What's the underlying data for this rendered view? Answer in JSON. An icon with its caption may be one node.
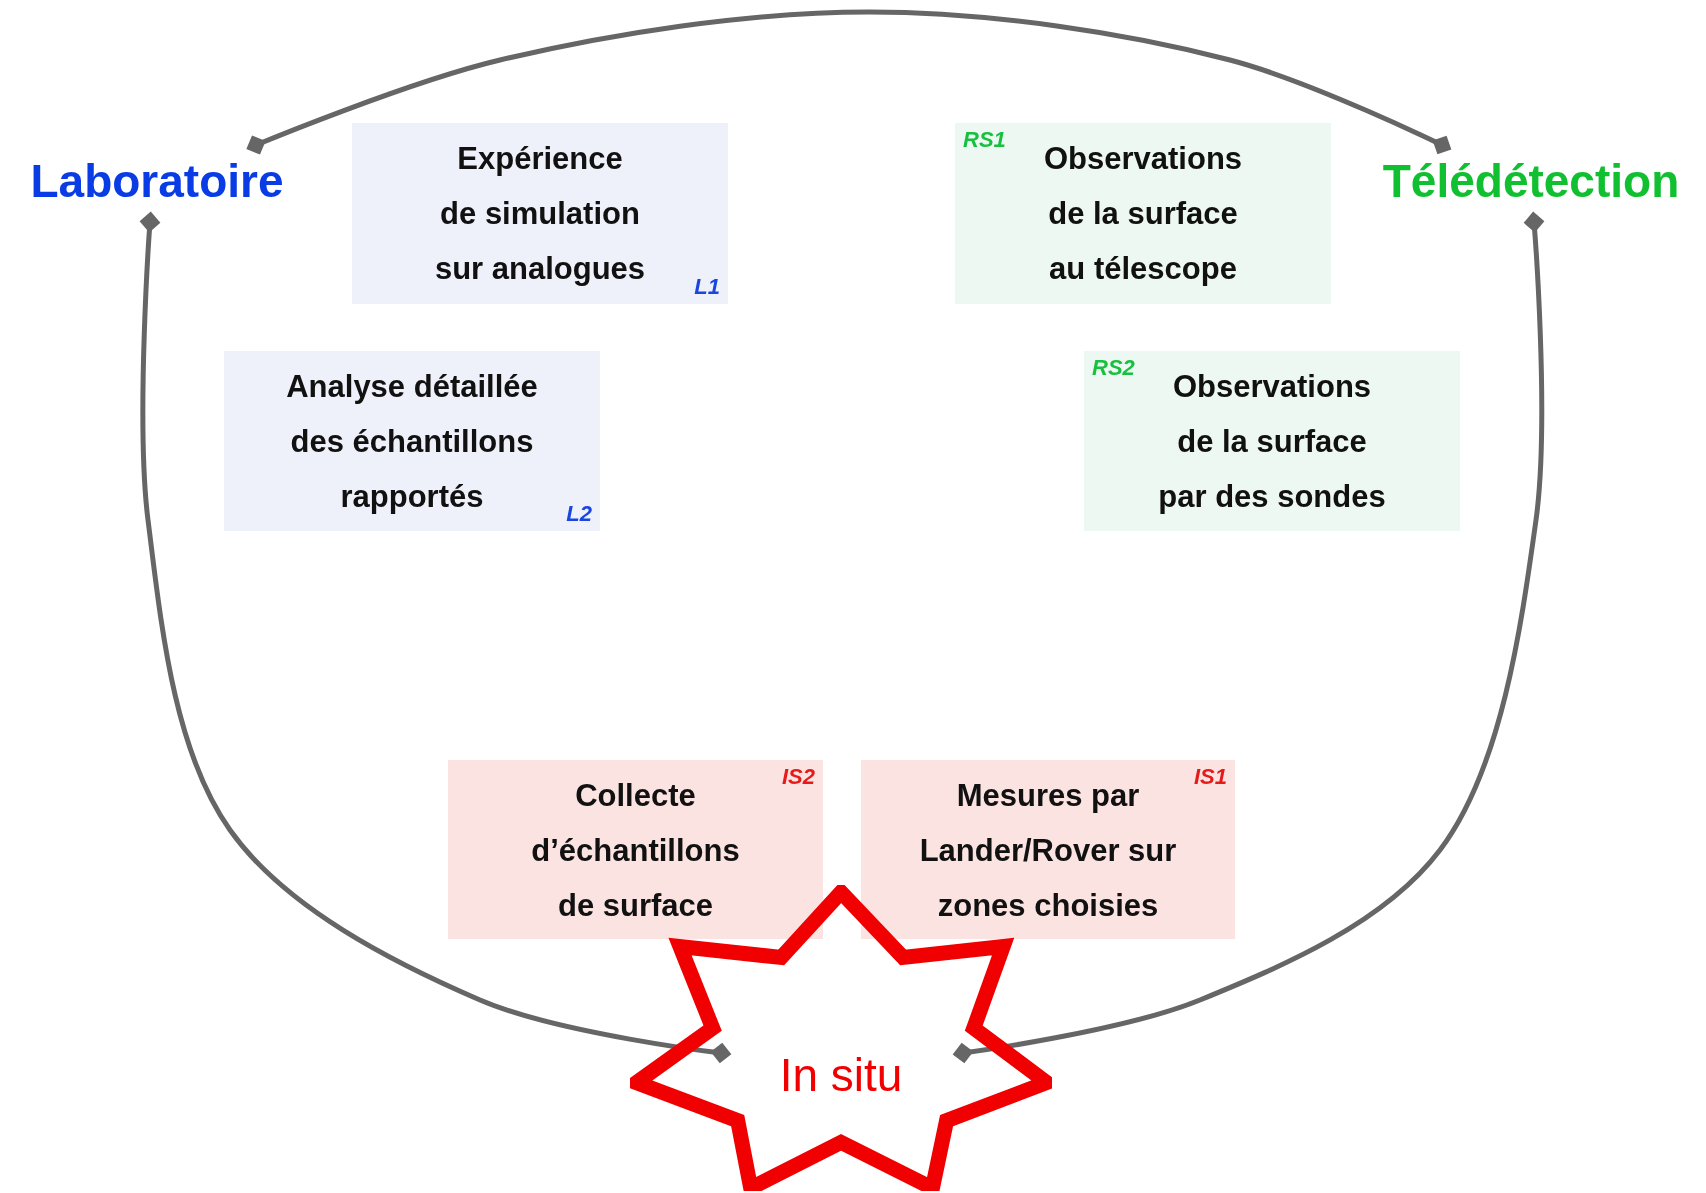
{
  "diagram": {
    "nodes": [
      {
        "text": [
          "Laboratoire"
        ]
      },
      {
        "text": [
          "Télédétection"
        ]
      },
      {
        "text": [
          "Expérience de simulation sur analogues",
          "L1"
        ]
      },
      {
        "text": [
          "RS1",
          "Observations de la surface au télescope"
        ]
      },
      {
        "text": [
          "Analyse détaillée des échantillons rapportés",
          "L2"
        ]
      },
      {
        "text": [
          "RS2",
          "Observations de la surface par des sondes"
        ]
      },
      {
        "text": [
          "IS2",
          "Collecte d’échantillons de surface"
        ]
      },
      {
        "text": [
          "IS1",
          "Mesures par Lander/Rover sur zones choisies"
        ]
      },
      {
        "text": [
          "In situ"
        ]
      }
    ],
    "edges": [
      {
        "from": 0,
        "to": 1,
        "arrow": "other"
      },
      {
        "from": 0,
        "to": 8,
        "arrow": "other"
      },
      {
        "from": 1,
        "to": 8,
        "arrow": "other"
      }
    ]
  }
}
